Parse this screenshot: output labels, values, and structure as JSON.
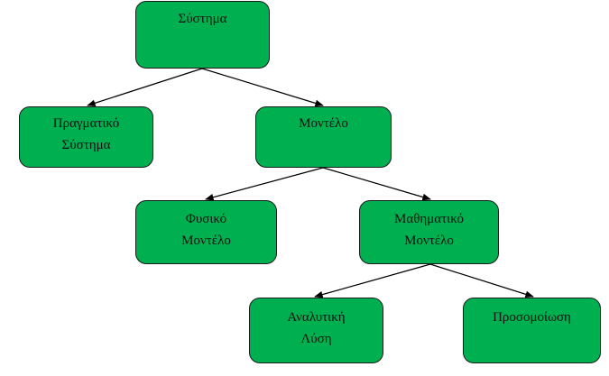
{
  "diagram": {
    "node_color": "#00b050",
    "edge_color": "#000000",
    "nodes": {
      "systema": {
        "line1": "Σύστημα"
      },
      "pragmatiko": {
        "line1": "Πραγματικό",
        "line2": "Σύστημα"
      },
      "montelo": {
        "line1": "Μοντέλο"
      },
      "fysiko": {
        "line1": "Φυσικό",
        "line2": "Μοντέλο"
      },
      "mathimatiko": {
        "line1": "Μαθηματικό",
        "line2": "Μοντέλο"
      },
      "analytiki": {
        "line1": "Αναλυτική",
        "line2": "Λύση"
      },
      "prosomoiosi": {
        "line1": "Προσομοίωση"
      }
    },
    "edges": [
      {
        "from": "systema",
        "to": "pragmatiko"
      },
      {
        "from": "systema",
        "to": "montelo"
      },
      {
        "from": "montelo",
        "to": "fysiko"
      },
      {
        "from": "montelo",
        "to": "mathimatiko"
      },
      {
        "from": "mathimatiko",
        "to": "analytiki"
      },
      {
        "from": "mathimatiko",
        "to": "prosomoiosi"
      }
    ]
  }
}
